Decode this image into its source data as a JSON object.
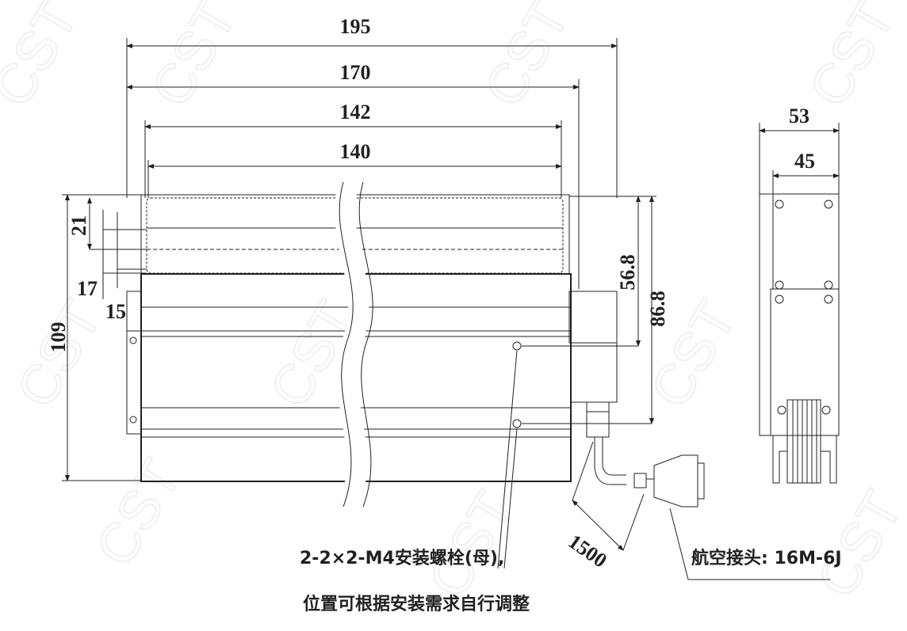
{
  "watermark": "CST",
  "dimensions": {
    "overall_length": "195",
    "length_170": "170",
    "length_142": "142",
    "length_140": "140",
    "height_21": "21",
    "offset_17": "17",
    "offset_15": "15",
    "overall_height": "109",
    "height_56_8": "56.8",
    "height_86_8": "86.8",
    "side_width_53": "53",
    "side_width_45": "45",
    "cable_length": "1500"
  },
  "annotations": {
    "connector": "航空接头: 16M-6J",
    "bolts_line1": "2-2×2-M4安装螺栓(母),",
    "bolts_line2": "位置可根据安装需求自行调整"
  }
}
